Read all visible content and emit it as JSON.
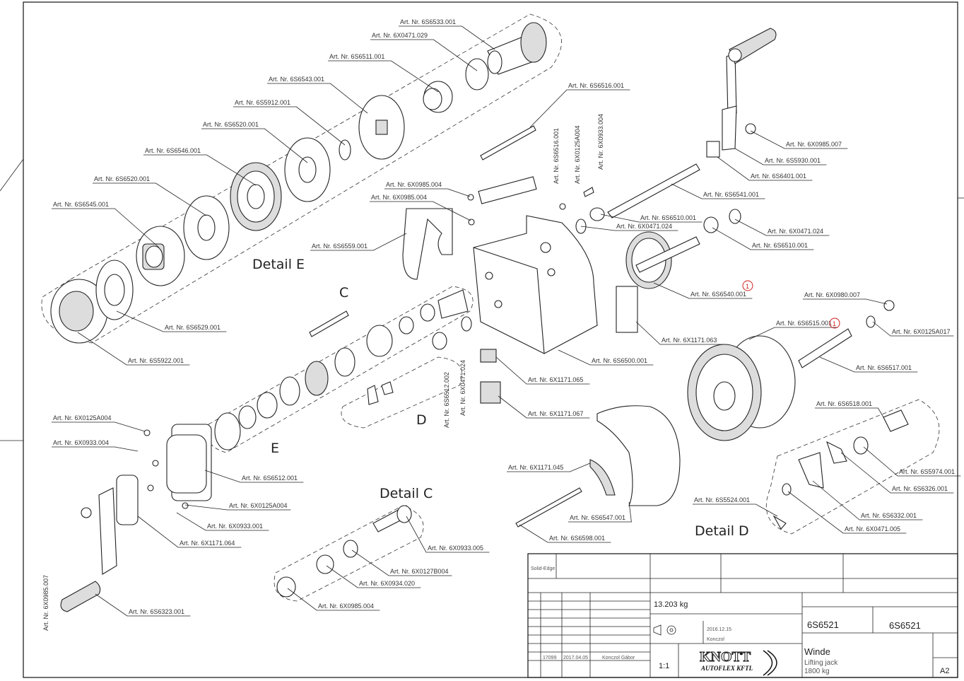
{
  "callouts": [
    "Art. Nr. 6S6533.001",
    "Art. Nr. 6X0471.029",
    "Art. Nr. 6S6511.001",
    "Art. Nr. 6S6543.001",
    "Art. Nr. 6S5912.001",
    "Art. Nr. 6S6520.001",
    "Art. Nr. 6S6546.001",
    "Art. Nr. 6S6520.001",
    "Art. Nr. 6S6545.001",
    "Art. Nr. 6S6529.001",
    "Art. Nr. 6S5922.001",
    "Art. Nr. 6S6516.001",
    "Art. Nr. 6X0985.004",
    "Art. Nr. 6X0985.004",
    "Art. Nr. 6S6559.001",
    "Art. Nr. 6X0985.007",
    "Art. Nr. 6S5930.001",
    "Art. Nr. 6S6401.001",
    "Art. Nr. 6S6541.001",
    "Art. Nr. 6S6510.001",
    "Art. Nr. 6X0471.024",
    "Art. Nr. 6X0471.024",
    "Art. Nr. 6S6510.001",
    "Art. Nr. 6S6540.001",
    "Art. Nr. 6X0980.007",
    "Art. Nr. 6X0125A017",
    "Art. Nr. 6S6515.001",
    "Art. Nr. 6X1171.063",
    "Art. Nr. 6S6500.001",
    "Art. Nr. 6S6517.001",
    "Art. Nr. 6X1171.065",
    "Art. Nr. 6X1171.067",
    "Art. Nr. 6S6518.001",
    "Art. Nr. 6X0125A004",
    "Art. Nr. 6X0933.004",
    "Art. Nr. 6S6512.001",
    "Art. Nr. 6X0125A004",
    "Art. Nr. 6X0933.001",
    "Art. Nr. 6X1171.064",
    "Art. Nr. 6S6323.001",
    "Art. Nr. 6X1171.045",
    "Art. Nr. 6S6547.001",
    "Art. Nr. 6S6598.001",
    "Art. Nr. 6X0933.005",
    "Art. Nr. 6X0127B004",
    "Art. Nr. 6X0934.020",
    "Art. Nr. 6X0985.004",
    "Art. Nr. 6S5974.001",
    "Art. Nr. 6S6326.001",
    "Art. Nr. 6S5524.001",
    "Art. Nr. 6S6332.001",
    "Art. Nr. 6X0471.005"
  ],
  "vertical_callouts": [
    "Art. Nr. 6S6516.001",
    "Art. Nr. 6X0125A004",
    "Art. Nr. 6X0933.004",
    "Art. Nr. 6S6512.002",
    "Art. Nr. 6X0471.024",
    "Art. Nr. 6X0985.007"
  ],
  "details": {
    "e": "Detail E",
    "c": "Detail C",
    "d": "Detail D",
    "letter_c": "C",
    "letter_d": "D",
    "letter_e": "E"
  },
  "revision_marks": [
    "1",
    "1"
  ],
  "title_block": {
    "edge": "Solid-Edge",
    "mass": "13.203 kg",
    "date": "2016.12.15",
    "drawn_by": "Konczol",
    "drawing_no": "6S6521",
    "part_no": "6S6521",
    "scale": "1:1",
    "logo_top": "KNOTT",
    "logo_bottom": "AUTOFLEX KFTL",
    "title_de": "Winde",
    "title_en": "Lifting jack",
    "load": "1800 kg",
    "size": "A2",
    "rev_no": "17099",
    "rev_date": "2017.04.05",
    "rev_by": "Konczol Gábor"
  },
  "colors": {
    "line": "#222222",
    "callout_text": "#333333",
    "revision_mark": "#d02020"
  }
}
